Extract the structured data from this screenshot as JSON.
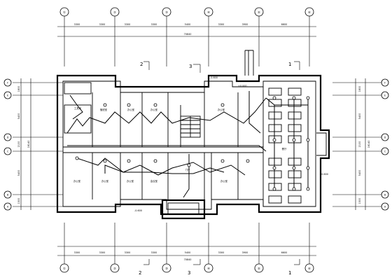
{
  "axes_top": [
    "①",
    "②",
    "③",
    "④",
    "⑤",
    "⑥"
  ],
  "axes_bottom": [
    "①",
    "②",
    "③",
    "④",
    "⑤",
    "⑥"
  ],
  "axes_left": [
    "F",
    "E",
    "D",
    "C",
    "B",
    "A"
  ],
  "axes_right": [
    "F",
    "E",
    "D",
    "C",
    "B",
    "A"
  ],
  "dims_top": [
    "3300",
    "3300",
    "3300",
    "3300",
    "5400",
    "3300",
    "3900",
    "6600"
  ],
  "dims_top_total": "70840",
  "dims_bottom": [
    "3300",
    "3300",
    "3300",
    "3300",
    "5400",
    "3300",
    "3900",
    "6600"
  ],
  "dims_bottom_total": "70840",
  "dims_left": [
    "1800",
    "5400",
    "2100",
    "5400",
    "1500"
  ],
  "dims_left_total": "16140",
  "dims_right": [
    "1800",
    "5400",
    "2100",
    "5400",
    "1500"
  ],
  "dims_right_total": "16140",
  "section_marks": {
    "top_2": "2",
    "top_3": "3",
    "top_1": "1",
    "bottom_2": "2",
    "bottom_3": "3",
    "bottom_1": "1"
  },
  "level_marks": [
    "-0.600",
    "-0.600",
    "-0.600",
    "±0.000"
  ],
  "rooms": {
    "r_tools": "工具间",
    "r_office1": "值班室",
    "r_office2": "办公室",
    "r_office3": "办公室",
    "r_office4": "办公室",
    "r_office5": "办公室",
    "r_office6": "办公室",
    "r_office7": "会议室",
    "r_office8": "办公室",
    "r_hall": "门厅",
    "r_dining": "餐厅",
    "r_office9": "办公室"
  }
}
